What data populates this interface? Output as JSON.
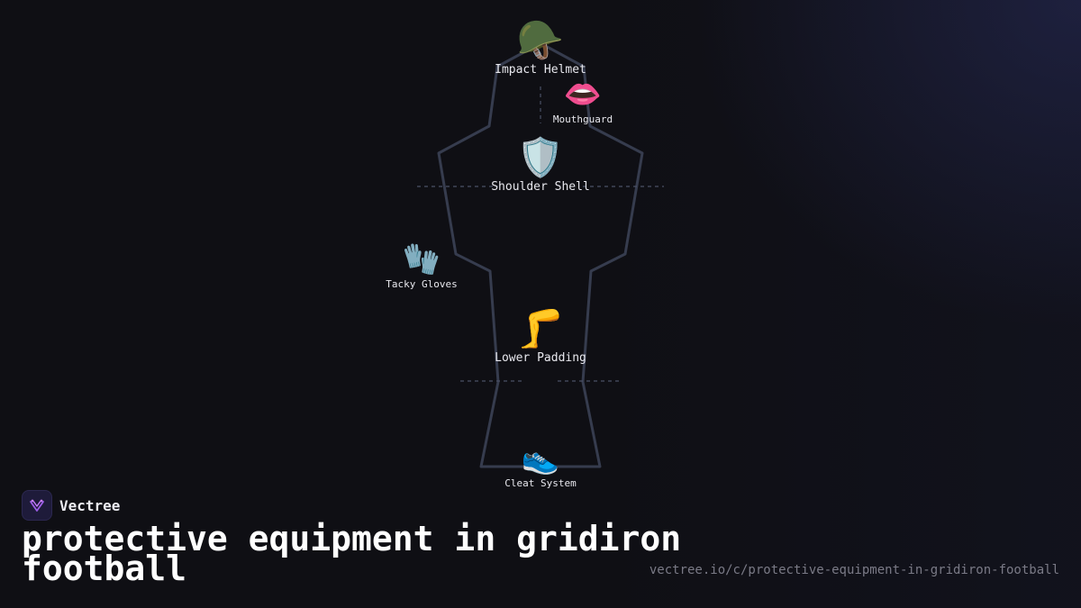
{
  "equipment": {
    "helmet": {
      "label": "Impact Helmet",
      "icon": "🪖",
      "icon_name": "helmet-icon"
    },
    "mouthguard": {
      "label": "Mouthguard",
      "icon": "👄",
      "icon_name": "mouth-icon"
    },
    "shoulder": {
      "label": "Shoulder Shell",
      "icon": "🛡️",
      "icon_name": "shield-icon"
    },
    "gloves": {
      "label": "Tacky Gloves",
      "icon": "🧤",
      "icon_name": "gloves-icon"
    },
    "lower": {
      "label": "Lower Padding",
      "icon": "🦵",
      "icon_name": "leg-icon"
    },
    "cleats": {
      "label": "Cleat System",
      "icon": "👟",
      "icon_name": "shoe-icon"
    }
  },
  "brand": {
    "name": "Vectree"
  },
  "title": "protective equipment in gridiron football",
  "url": "vectree.io/c/protective-equipment-in-gridiron-football",
  "colors": {
    "background": "#0f0f14",
    "outline": "#363c4e",
    "accent": "#9b5de5"
  }
}
